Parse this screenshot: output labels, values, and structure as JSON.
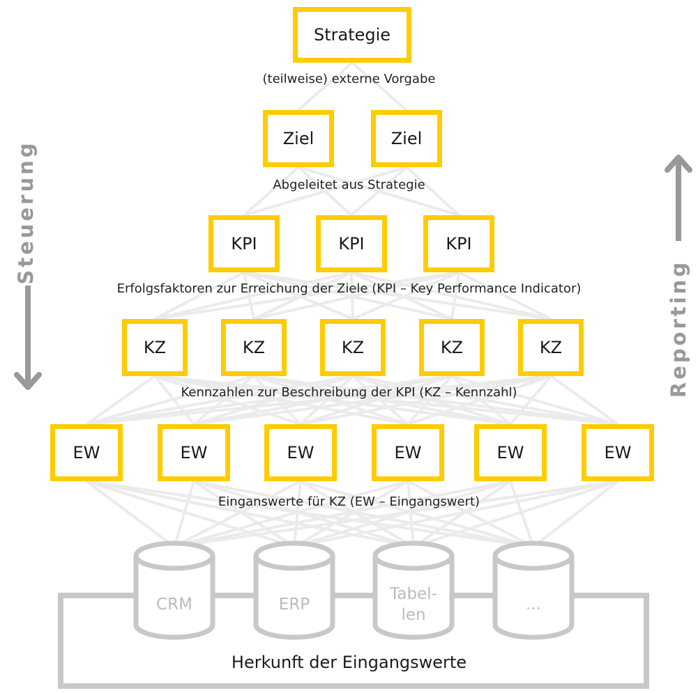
{
  "colors": {
    "accent": "#FFCC00",
    "connector": "#EBEBEB",
    "database": "#C8C8C8",
    "arrow": "#999999",
    "text": "#1a1a1a"
  },
  "strategie": {
    "label": "Strategie",
    "caption": "(teilweise) externe Vorgabe"
  },
  "ziele": {
    "items": [
      "Ziel",
      "Ziel"
    ],
    "caption": "Abgeleitet aus Strategie"
  },
  "kpis": {
    "items": [
      "KPI",
      "KPI",
      "KPI"
    ],
    "caption": "Erfolgsfaktoren zur Erreichung der Ziele (KPI – Key Performance Indicator)"
  },
  "kennzahlen": {
    "items": [
      "KZ",
      "KZ",
      "KZ",
      "KZ",
      "KZ"
    ],
    "caption": "Kennzahlen zur Beschreibung der KPI (KZ – Kennzahl)"
  },
  "eingangswerte": {
    "items": [
      "EW",
      "EW",
      "EW",
      "EW",
      "EW",
      "EW"
    ],
    "caption": "Einganswerte für KZ (EW – Eingangswert)"
  },
  "sources": {
    "items": [
      {
        "label": "CRM",
        "icon": "database-icon"
      },
      {
        "label": "ERP",
        "icon": "database-icon"
      },
      {
        "label": "Tabel-\nlen",
        "icon": "database-icon"
      },
      {
        "label": "...",
        "icon": "database-icon"
      }
    ],
    "caption": "Herkunft der Eingangswerte"
  },
  "steuerung": {
    "label": "Steuerung",
    "direction": "down"
  },
  "reporting": {
    "label": "Reporting",
    "direction": "up"
  }
}
